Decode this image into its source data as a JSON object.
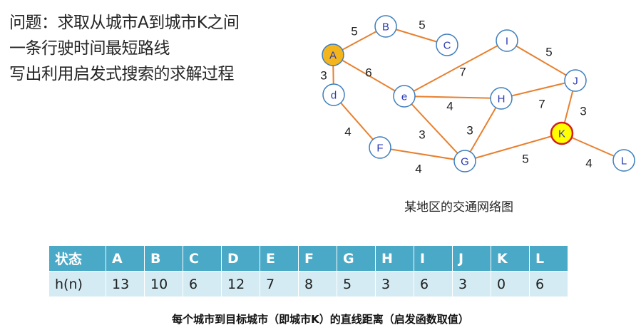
{
  "problem": {
    "lines": [
      "问题：求取从城市A到城市K之间",
      "一条行驶时间最短路线",
      "写出利用启发式搜索的求解过程"
    ]
  },
  "graph": {
    "caption": "某地区的交通网络图",
    "colors": {
      "edge": "#e8802e",
      "node_fill": "#ffffff",
      "node_stroke": "#3d7ebc",
      "node_text": "#2a3ab0",
      "start_fill": "#f4b51c",
      "goal_fill": "#ffff00",
      "goal_stroke": "#d12020",
      "weight_text": "#222222"
    },
    "nodes": [
      {
        "id": "A",
        "label": "A",
        "type": "start"
      },
      {
        "id": "B",
        "label": "B",
        "type": "normal"
      },
      {
        "id": "C",
        "label": "C",
        "type": "normal"
      },
      {
        "id": "I",
        "label": "I",
        "type": "normal"
      },
      {
        "id": "J",
        "label": "J",
        "type": "normal"
      },
      {
        "id": "d",
        "label": "d",
        "type": "normal"
      },
      {
        "id": "e",
        "label": "e",
        "type": "normal"
      },
      {
        "id": "H",
        "label": "H",
        "type": "normal"
      },
      {
        "id": "K",
        "label": "K",
        "type": "goal"
      },
      {
        "id": "F",
        "label": "F",
        "type": "normal"
      },
      {
        "id": "G",
        "label": "G",
        "type": "normal"
      },
      {
        "id": "L",
        "label": "L",
        "type": "normal"
      }
    ],
    "edges": [
      {
        "from": "A",
        "to": "B",
        "weight": "5"
      },
      {
        "from": "B",
        "to": "C",
        "weight": "5"
      },
      {
        "from": "A",
        "to": "d",
        "weight": "3"
      },
      {
        "from": "A",
        "to": "e",
        "weight": "6"
      },
      {
        "from": "e",
        "to": "I",
        "weight": "7"
      },
      {
        "from": "I",
        "to": "J",
        "weight": "5"
      },
      {
        "from": "e",
        "to": "H",
        "weight": "4"
      },
      {
        "from": "H",
        "to": "J",
        "weight": "7"
      },
      {
        "from": "J",
        "to": "K",
        "weight": "3"
      },
      {
        "from": "d",
        "to": "F",
        "weight": "4"
      },
      {
        "from": "e",
        "to": "G",
        "weight": "3"
      },
      {
        "from": "H",
        "to": "G",
        "weight": "3"
      },
      {
        "from": "F",
        "to": "G",
        "weight": "4"
      },
      {
        "from": "G",
        "to": "K",
        "weight": "5"
      },
      {
        "from": "K",
        "to": "L",
        "weight": "4"
      }
    ]
  },
  "heuristic_table": {
    "header_label": "状态",
    "row_label": "h(n)",
    "states": [
      "A",
      "B",
      "C",
      "D",
      "E",
      "F",
      "G",
      "H",
      "I",
      "J",
      "K",
      "L"
    ],
    "values": [
      "13",
      "10",
      "6",
      "12",
      "7",
      "8",
      "5",
      "3",
      "6",
      "3",
      "0",
      "6"
    ],
    "note": "每个城市到目标城市（即城市K）的直线距离（启发函数取值）"
  }
}
